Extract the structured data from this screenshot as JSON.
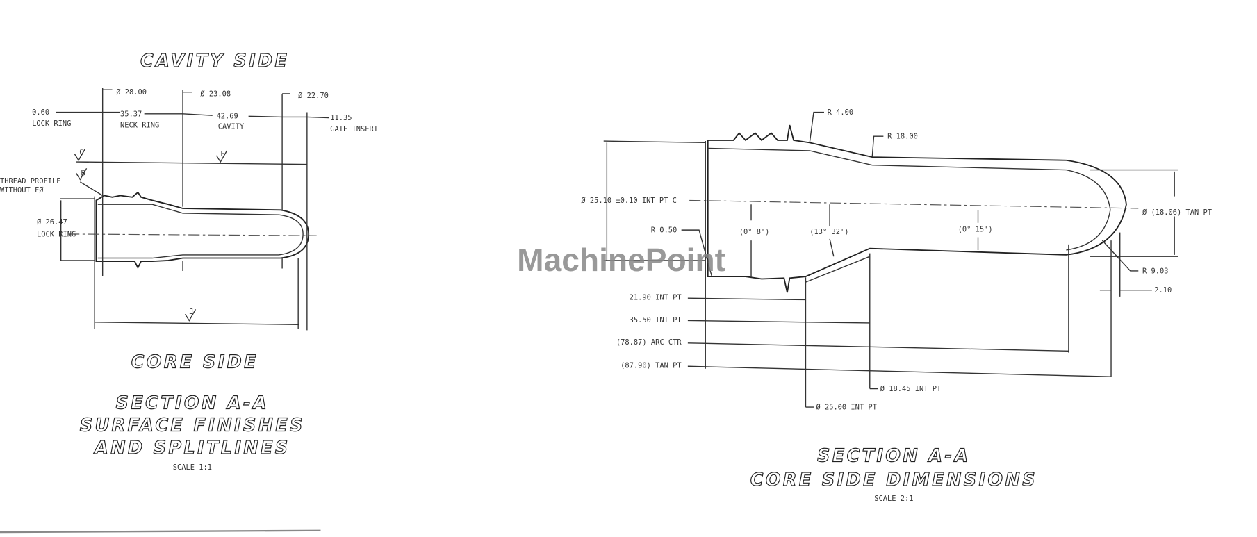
{
  "watermark": "MachinePoint",
  "left_view": {
    "top_title": "CAVITY SIDE",
    "bottom_title": "CORE SIDE",
    "section_title": [
      "SECTION A-A",
      "SURFACE FINISHES",
      "AND SPLITLINES"
    ],
    "scale": "SCALE 1:1",
    "dims": {
      "d1": "Ø 28.00",
      "d2": "Ø 23.08",
      "d3": "Ø 22.70",
      "lock_ring_len": "0.60",
      "lock_ring_label": "LOCK RING",
      "neck_ring_len": "35.37",
      "neck_ring_label": "NECK RING",
      "cavity_len": "42.69",
      "cavity_label": "CAVITY",
      "gate_len": "11.35",
      "gate_label": "GATE INSERT",
      "thread_note_1": "THREAD PROFILE",
      "thread_note_2": "WITHOUT FØ",
      "lock_dia": "Ø 26.47",
      "lock_dia_label": "LOCK RING"
    },
    "finish_marks": [
      "C",
      "B",
      "F",
      "J"
    ]
  },
  "right_view": {
    "section_title": [
      "SECTION A-A",
      "CORE SIDE DIMENSIONS"
    ],
    "scale": "SCALE 2:1",
    "dims": {
      "r1": "R 4.00",
      "r2": "R 18.00",
      "r3": "R 0.50",
      "r4": "R 9.03",
      "dia_main": "Ø 25.10 ±0.10 INT PT C",
      "dia_tip": "Ø (18.06) TAN PT",
      "a1": "(0° 8')",
      "a2": "(13° 32')",
      "a3": "(0° 15')",
      "tip_len": "2.10",
      "l1": "21.90 INT PT",
      "l2": "35.50 INT PT",
      "l3": "(78.87) ARC CTR",
      "l4": "(87.90) TAN PT",
      "dia_b1": "Ø 18.45 INT PT",
      "dia_b2": "Ø 25.00 INT PT"
    }
  }
}
